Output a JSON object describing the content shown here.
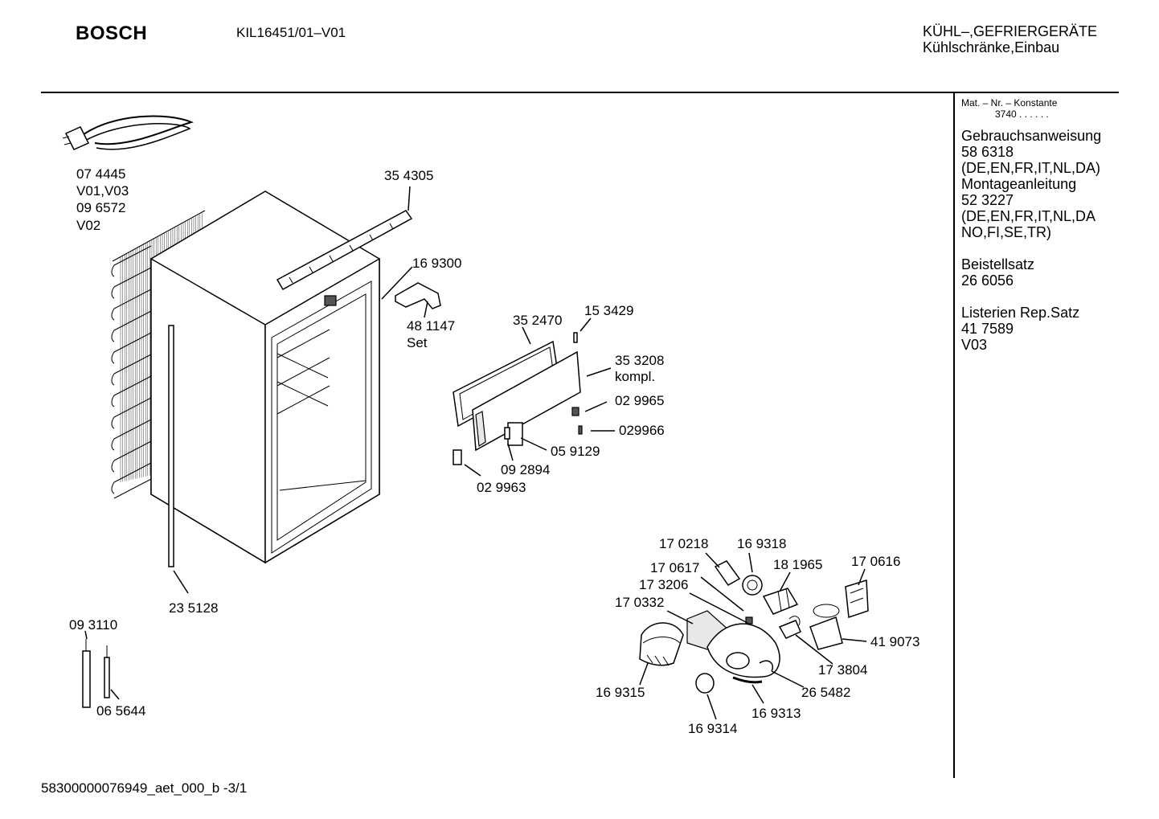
{
  "header": {
    "brand": "BOSCH",
    "model": "KIL16451/01–V01",
    "category_line1": "KÜHL–,GEFRIERGERÄTE",
    "category_line2": "Kühlschränke,Einbau"
  },
  "sidebar": {
    "mat_nr_label": "Mat. – Nr. – Konstante",
    "mat_nr_value": "3740  .  .  .  .  .  .",
    "lines": [
      "Gebrauchsanweisung",
      "58 6318",
      "(DE,EN,FR,IT,NL,DA)",
      "Montageanleitung",
      "52 3227",
      "(DE,EN,FR,IT,NL,DA",
      "NO,FI,SE,TR)",
      "",
      "Beistellsatz",
      "26 6056",
      "",
      "Listerien Rep.Satz",
      "41 7589",
      "V03"
    ]
  },
  "footer": {
    "doc_id": "58300000076949_aet_000_b  -3/1"
  },
  "parts": {
    "p074445": "07 4445",
    "v01v03": "V01,V03",
    "p096572": "09 6572",
    "v02": "V02",
    "p354305": "35 4305",
    "p169300": "16 9300",
    "p481147": "48 1147",
    "set": "Set",
    "p352470": "35 2470",
    "p153429": "15 3429",
    "p353208": "35 3208",
    "kompl": "kompl.",
    "p029965": "02 9965",
    "p029966": "029966",
    "p059129": "05 9129",
    "p092894": "09 2894",
    "p029963": "02 9963",
    "p235128": "23 5128",
    "p093110": "09 3110",
    "p065644": "06 5644",
    "p170218": "17 0218",
    "p169318": "16 9318",
    "p170617": "17 0617",
    "p181965": "18 1965",
    "p170616": "17 0616",
    "p173206": "17 3206",
    "p170332": "17 0332",
    "p419073": "41 9073",
    "p173804": "17 3804",
    "p265482": "26 5482",
    "p169315": "16 9315",
    "p169313": "16 9313",
    "p169314": "16 9314"
  }
}
